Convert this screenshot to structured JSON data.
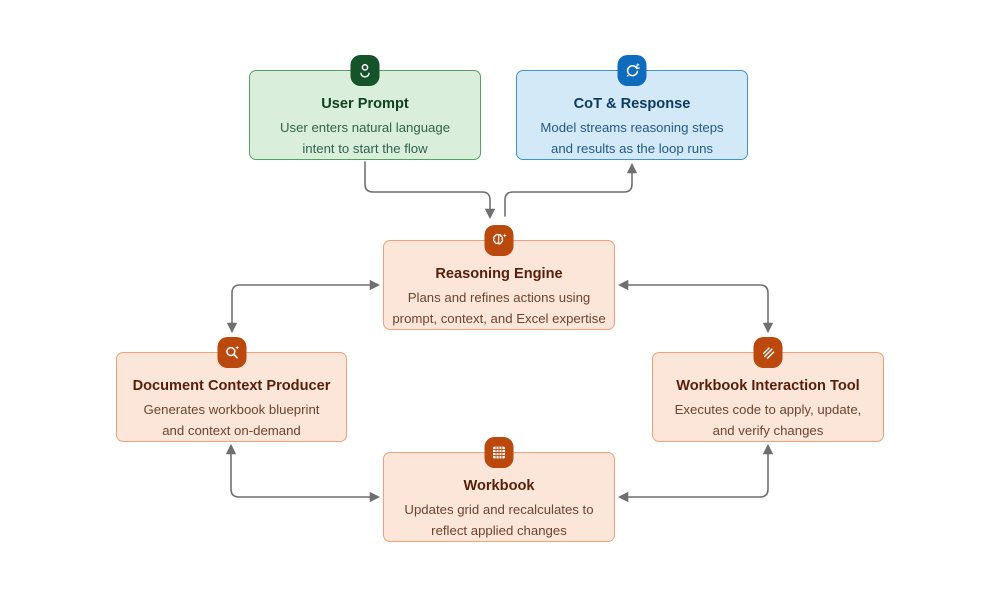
{
  "diagram": {
    "title": "Excel agent reasoning loop diagram",
    "nodes": {
      "user_prompt": {
        "title": "User Prompt",
        "desc": "User enters natural language\nintent to start the flow",
        "icon": "person-icon",
        "fill": "#d9efdc",
        "border": "#55a163",
        "icon_bg": "#15532b"
      },
      "cot_response": {
        "title": "CoT & Response",
        "desc": "Model streams reasoning steps\nand results as the loop runs",
        "icon": "chat-sync-sparkle-icon",
        "fill": "#d4e9f8",
        "border": "#4193d4",
        "icon_bg": "#0f6cbd"
      },
      "reasoning_engine": {
        "title": "Reasoning Engine",
        "desc": "Plans and refines actions using\nprompt, context, and Excel expertise",
        "icon": "brain-sparkle-icon",
        "fill": "#fce6d9",
        "border": "#f0a17c",
        "icon_bg": "#bb490e"
      },
      "document_context_producer": {
        "title": "Document Context Producer",
        "desc": "Generates workbook blueprint\nand context on-demand",
        "icon": "search-sparkle-icon",
        "fill": "#fce6d9",
        "border": "#f0a17c",
        "icon_bg": "#bb490e"
      },
      "workbook_interaction_tool": {
        "title": "Workbook Interaction Tool",
        "desc": "Executes code to apply, update,\nand verify changes",
        "icon": "scribble-pen-icon",
        "fill": "#fce6d9",
        "border": "#f0a17c",
        "icon_bg": "#bb490e"
      },
      "workbook": {
        "title": "Workbook",
        "desc": "Updates grid and recalculates to\nreflect applied changes",
        "icon": "spreadsheet-grid-icon",
        "fill": "#fce6d9",
        "border": "#f0a17c",
        "icon_bg": "#bb490e"
      }
    },
    "connections": [
      {
        "from": "user_prompt",
        "to": "reasoning_engine",
        "direction": "one-way"
      },
      {
        "from": "reasoning_engine",
        "to": "cot_response",
        "direction": "one-way"
      },
      {
        "from": "reasoning_engine",
        "to": "document_context_producer",
        "direction": "two-way"
      },
      {
        "from": "reasoning_engine",
        "to": "workbook_interaction_tool",
        "direction": "two-way"
      },
      {
        "from": "workbook",
        "to": "document_context_producer",
        "direction": "two-way"
      },
      {
        "from": "workbook",
        "to": "workbook_interaction_tool",
        "direction": "two-way"
      }
    ],
    "colors": {
      "background": "#ffffff",
      "arrow": "#6f6f6f",
      "peach_fill": "#fce6d9",
      "peach_border": "#f0a17c",
      "peach_icon": "#bb490e",
      "green_fill": "#d9efdc",
      "green_border": "#55a163",
      "green_icon": "#15532b",
      "blue_fill": "#d4e9f8",
      "blue_border": "#4193d4",
      "blue_icon": "#0f6cbd"
    }
  }
}
